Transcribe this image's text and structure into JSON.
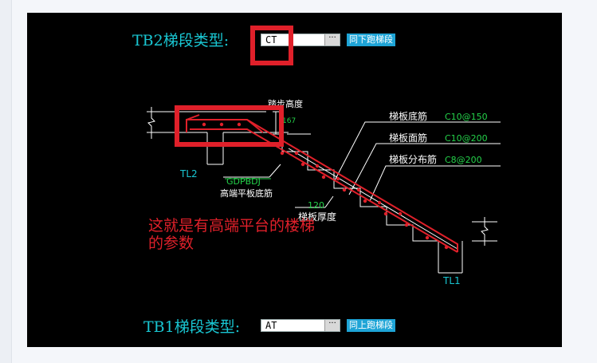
{
  "tb2": {
    "title": "TB2梯段类型:",
    "value": "CT",
    "button": "同下跑梯段",
    "dropdown_icon": "ellipsis-icon"
  },
  "tb1": {
    "title": "TB1梯段类型:",
    "value": "AT",
    "button": "同上跑梯段",
    "dropdown_icon": "ellipsis-icon"
  },
  "labels": {
    "step_height": "踏步高度",
    "step_height_value": "167",
    "bottom_rebar": "梯板底筋",
    "bottom_rebar_spec": "C10@150",
    "top_rebar": "梯板面筋",
    "top_rebar_spec": "C10@200",
    "dist_rebar": "梯板分布筋",
    "dist_rebar_spec": "C8@200",
    "tl2": "TL2",
    "tl1": "TL1",
    "gdpbdj": "GDPBDJ",
    "high_platform_rebar": "高端平板底筋",
    "thickness_value": "120",
    "thickness_label": "梯板厚度"
  },
  "annotation": "这就是有高端平台的楼梯的参数",
  "colors": {
    "accent_red": "#e0202a",
    "title_cyan": "#19c6d2",
    "label_green": "#24d24a",
    "button_blue": "#1ea4d6"
  }
}
